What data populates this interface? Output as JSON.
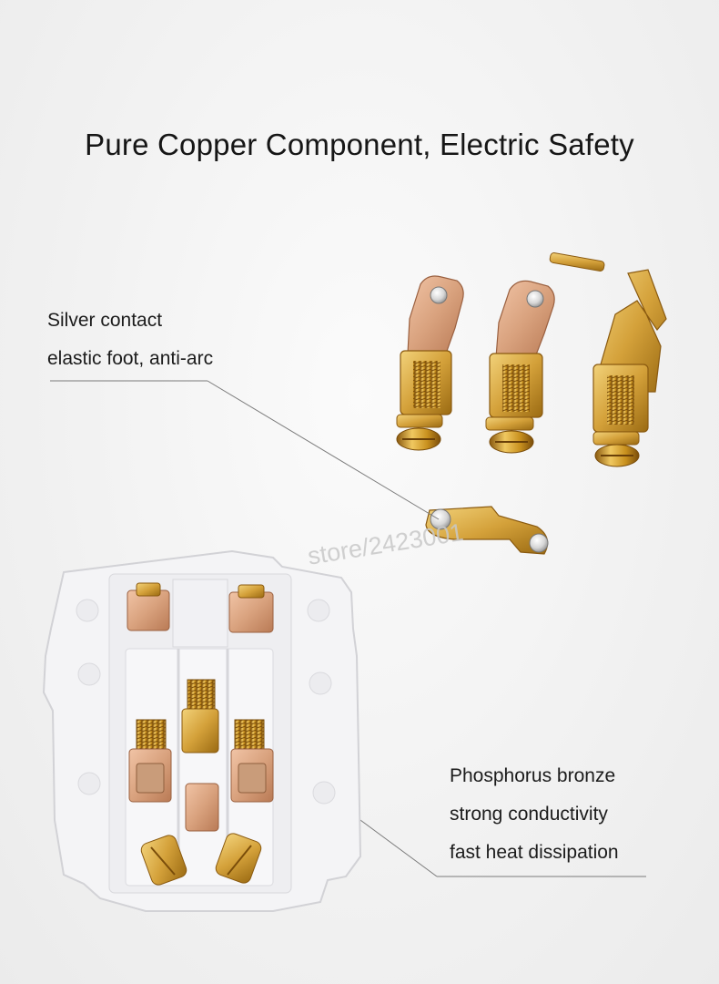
{
  "title": "Pure Copper Component, Electric Safety",
  "callouts": {
    "silver": {
      "lines": [
        "Silver contact",
        "elastic foot, anti-arc"
      ]
    },
    "phosphorus": {
      "lines": [
        "Phosphorus bronze",
        "strong conductivity",
        "fast heat dissipation"
      ]
    }
  },
  "watermark": "store/2423001",
  "colors": {
    "copper": "#d9a27e",
    "brass": "#d4a13a",
    "gold_dark": "#a97814",
    "silver": "#dcdcdc",
    "housing": "#f4f4f6",
    "leader": "#6b6b6b"
  }
}
